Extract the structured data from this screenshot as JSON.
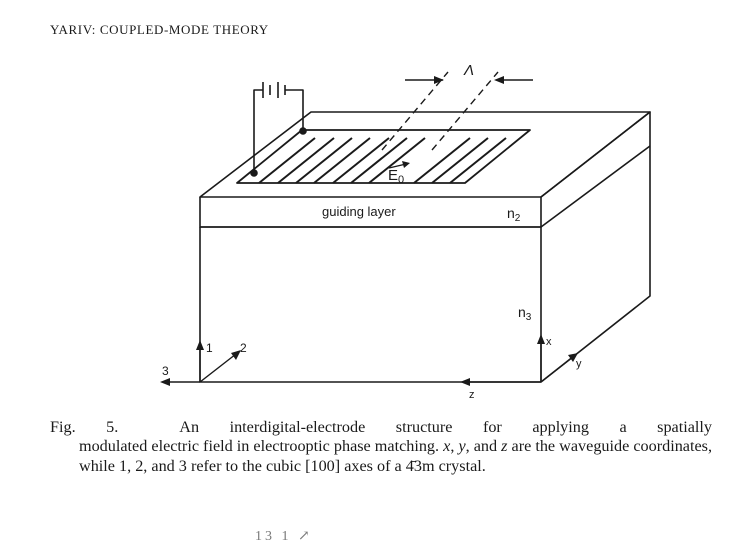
{
  "page": {
    "running_head": "YARIV: COUPLED-MODE THEORY",
    "footer_fragment": "13   1    ↗"
  },
  "figure": {
    "labels": {
      "period": "Λ",
      "field": "E",
      "field_sub": "0",
      "guiding_layer": "guiding layer",
      "n2": "n",
      "n2_sub": "2",
      "n3": "n",
      "n3_sub": "3",
      "axis_1": "1",
      "axis_2": "2",
      "axis_3": "3",
      "axis_x": "x",
      "axis_y": "y",
      "axis_z": "z"
    }
  },
  "caption": {
    "fig_number": "Fig. 5.",
    "line1": "An interdigital-electrode structure for applying a spatially",
    "rest_a": "modulated electric field in electrooptic phase matching. ",
    "x": "x",
    "sep1": ", ",
    "y": "y",
    "sep2": ", and ",
    "z": "z",
    "rest_b": " are the waveguide coordinates, while 1, 2, and 3 refer to the cubic [100] axes of a ",
    "crystal": "4̄3m",
    "rest_c": " crystal."
  }
}
